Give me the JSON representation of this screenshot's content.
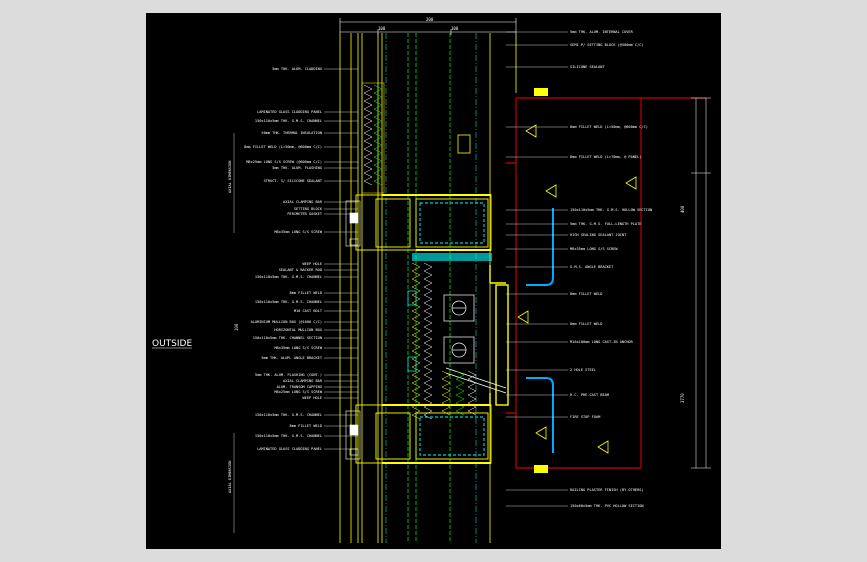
{
  "colors": {
    "background": "#000000",
    "frame": "#dcdcdc",
    "structure": "#ffff00",
    "insulation": "#00ff00",
    "centerline": "#00ffff",
    "slab": "#ff0000",
    "leader": "#ffffff"
  },
  "labels": {
    "outside": "OUTSIDE",
    "dims_top": [
      "200",
      "100",
      "100"
    ],
    "dims_right": [
      "400",
      "3770"
    ],
    "vertical_left_top": "AXIAL DIMENSION",
    "vertical_left_bottom": "AXIAL DIMENSION",
    "row_dim": "100"
  },
  "notes_left": [
    "5mm THK. ALUM. CLADDING",
    "LAMINATED GLASS CLADDING PANEL",
    "150x110x5mm THK. G.M.S. CHANNEL",
    "50mm THK. THERMAL INSULATION",
    "8mm FILLET WELD (L=50mm, @600mm C/C)",
    "M8x25mm LONG S/S SCREW (@600mm C/C)",
    "5mm THK. ALUM. FLASHING",
    "STRUCT. S/ SILICONE SEALANT",
    "AXIAL CLAMPING BAR",
    "SETTING BLOCK",
    "PERIMETER GASKET",
    "M8x35mm LONG S/S SCREW",
    "WEEP HOLE",
    "SEALANT & BACKER ROD",
    "150x110x5mm THK. G.M.S. CHANNEL",
    "8mm FILLET WELD",
    "150x110x5mm THK. G.M.S. CHANNEL",
    "M10 CAST BOLT",
    "ALUMINIUM MULLION BOX (@1000 C/C)",
    "HORIZONTAL MULLION BOX",
    "150x110x5mm THK. CHANNEL SECTION",
    "M8x35mm LONG S/S SCREW",
    "5mm THK. ALUM. ANGLE BRACKET",
    "5mm THK. ALUM. FLASHING (CONT.)",
    "AXIAL CLAMPING BAR",
    "ALUM. TRANSOM CAPPING",
    "M8x25mm LONG S/S SCREW",
    "WEEP HOLE",
    "150x110x5mm THK. G.M.S. CHANNEL",
    "8mm FILLET WELD",
    "150x110x5mm THK. G.M.S. CHANNEL",
    "LAMINATED GLASS CLADDING PANEL"
  ],
  "notes_right": [
    "5mm THK. ALUM. INTERNAL COVER",
    "SEMI P/ SETTING BLOCK (@500mm C/C)",
    "SILICONE SEALANT",
    "8mm FILLET WELD (L=50mm, @600mm C/C)",
    "8mm FILLET WELD (L=70mm, @ PANEL)",
    "150x110x5mm THK. G.M.S. HOLLOW SECTION",
    "5mm THK. G.M.S. FULL-LENGTH PLATE",
    "HIGH SEALING SEALANT JOINT",
    "M8x35mm LONG S/S SCREW",
    "G.M.S. ANGLE BRACKET",
    "8mm FILLET WELD",
    "8mm FILLET WELD",
    "M16x100mm LONG CAST-IN ANCHOR",
    "2 HOLE STEEL",
    "R.C. PRE-CAST BEAM",
    "FIRE STOP FOAM",
    "RAILING PLASTER FINISH (BY OTHERS)",
    "150x60x5mm THK. PVC HOLLOW SECTION"
  ]
}
